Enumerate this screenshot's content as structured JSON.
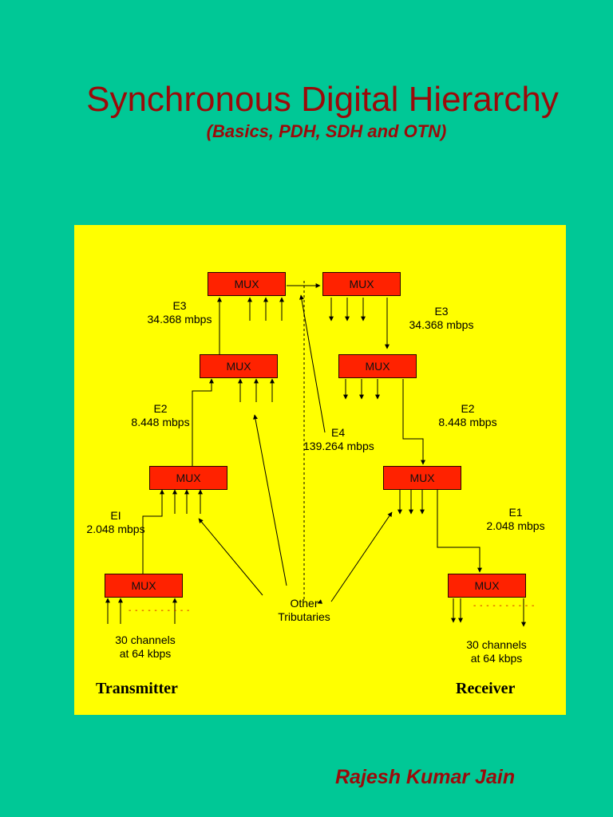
{
  "title": "Synchronous Digital Hierarchy",
  "subtitle": "(Basics, PDH, SDH and OTN)",
  "author": "Rajesh Kumar Jain",
  "colors": {
    "background": "#00c896",
    "panel": "#ffff00",
    "title": "#9b0a0a",
    "mux": "#ff2200"
  },
  "diagram": {
    "mux_label": "MUX",
    "transmitter": {
      "label": "Transmitter",
      "e3": {
        "name": "E3",
        "rate": "34.368 mbps"
      },
      "e2": {
        "name": "E2",
        "rate": "8.448 mbps"
      },
      "e1": {
        "name": "EI",
        "rate": "2.048  mbps"
      },
      "channels": [
        "30 channels",
        "at 64 kbps"
      ]
    },
    "receiver": {
      "label": "Receiver",
      "e3": {
        "name": "E3",
        "rate": "34.368 mbps"
      },
      "e2": {
        "name": "E2",
        "rate": "8.448 mbps"
      },
      "e1": {
        "name": "E1",
        "rate": "2.048 mbps"
      },
      "channels": [
        "30 channels",
        "at 64 kbps"
      ]
    },
    "e4": {
      "name": "E4",
      "rate": "139.264 mbps"
    },
    "other_tributaries": [
      "Other",
      "Tributaries"
    ]
  }
}
